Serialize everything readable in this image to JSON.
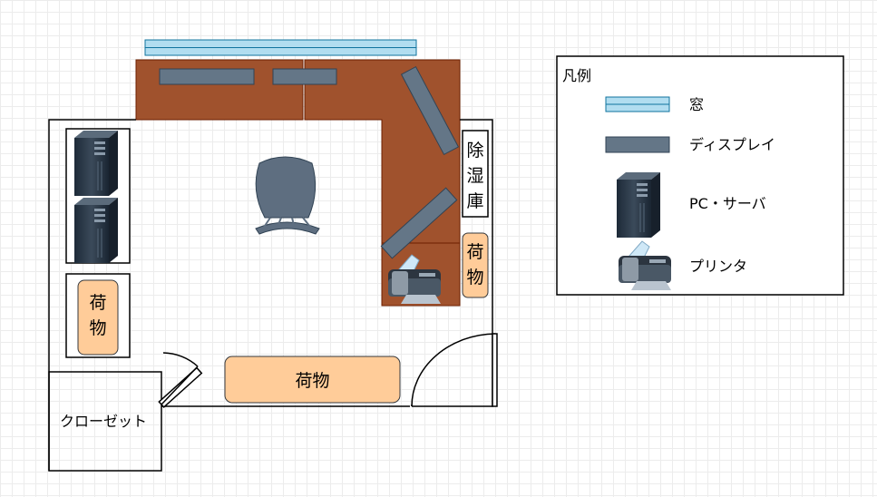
{
  "legend": {
    "title": "凡例",
    "items": [
      {
        "icon": "window-icon",
        "label": "窓"
      },
      {
        "icon": "display-icon",
        "label": "ディスプレイ"
      },
      {
        "icon": "pc-server-icon",
        "label": "PC・サーバ"
      },
      {
        "icon": "printer-icon",
        "label": "プリンタ"
      }
    ]
  },
  "room": {
    "dehumidifier_cabinet": [
      "除",
      "湿",
      "庫"
    ],
    "luggage_right": [
      "荷",
      "物"
    ],
    "luggage_left": [
      "荷",
      "物"
    ],
    "luggage_bottom": "荷物",
    "closet": "クローゼット"
  },
  "colors": {
    "desk": "#a0522d",
    "display": "#647687",
    "window": "#b1ddf0",
    "window_stroke": "#10739e",
    "luggage": "#ffcc99",
    "chair": "#5e6e80"
  }
}
